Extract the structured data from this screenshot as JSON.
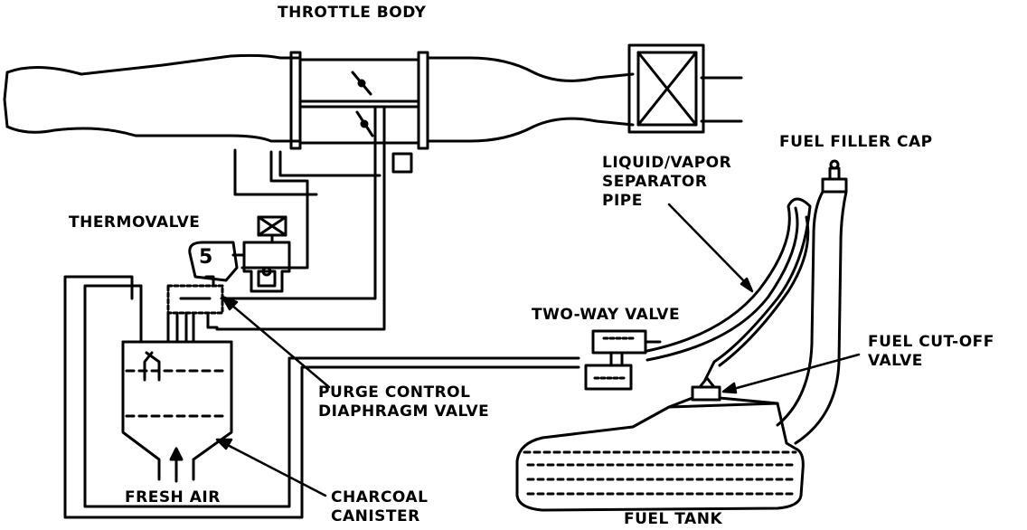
{
  "labels": {
    "throttle_body": "THROTTLE BODY",
    "fuel_filler_cap": "FUEL FILLER CAP",
    "liquid_vapor_separator_pipe": "LIQUID/VAPOR\nSEPARATOR\nPIPE",
    "thermovalve": "THERMOVALVE",
    "thermovalve_number": "5",
    "two_way_valve": "TWO-WAY VALVE",
    "fuel_cut_off_valve": "FUEL CUT-OFF\nVALVE",
    "purge_control_diaphragm_valve": "PURGE CONTROL\nDIAPHRAGM VALVE",
    "fresh_air": "FRESH AIR",
    "charcoal_canister": "CHARCOAL\nCANISTER",
    "fuel_tank": "FUEL TANK"
  }
}
